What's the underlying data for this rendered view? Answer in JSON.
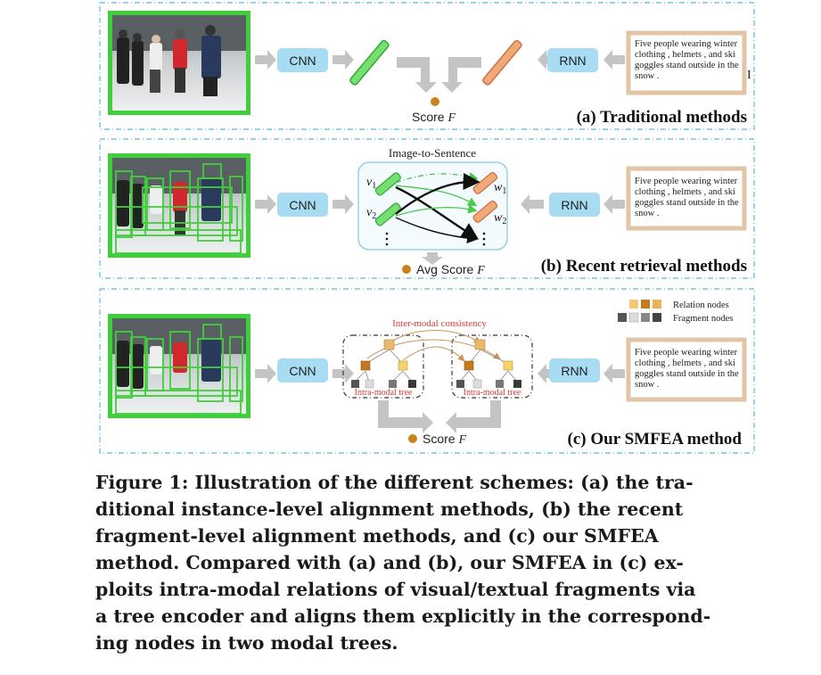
{
  "panels": {
    "a": {
      "title": "(a) Traditional methods",
      "image_encoder": "CNN",
      "text_encoder": "RNN",
      "sentence": [
        "Five people wearing winter",
        "clothing , helmets , and ski",
        "goggles stand outside in the",
        "snow ."
      ],
      "score_label": "Score",
      "score_var": "F"
    },
    "b": {
      "title": "(b) Recent retrieval methods",
      "image_encoder": "CNN",
      "text_encoder": "RNN",
      "box_title": "Image-to-Sentence",
      "v1": "v",
      "v1_sub": "1",
      "v2": "v",
      "v2_sub": "2",
      "w1": "w",
      "w1_sub": "1",
      "w2": "w",
      "w2_sub": "2",
      "sentence": [
        "Five people wearing winter",
        "clothing , helmets , and ski",
        "goggles stand outside in the",
        "snow ."
      ],
      "score_label": "Avg Score",
      "score_var": "F"
    },
    "c": {
      "title": "(c) Our SMFEA method",
      "image_encoder": "CNN",
      "text_encoder": "RNN",
      "inter_label": "Inter-modal consistency",
      "intra_label": "Intra-modal tree",
      "legend_relation": "Relation nodes",
      "legend_fragment": "Fragment nodes",
      "sentence": [
        "Five people wearing winter",
        "clothing , helmets , and ski",
        "goggles stand outside in the",
        "snow ."
      ],
      "score_label": "Score",
      "score_var": "F"
    }
  },
  "caption": [
    "Figure 1: Illustration of the different schemes: (a) the tra-",
    "ditional instance-level alignment methods, (b) the recent",
    "fragment-level alignment methods, and (c) our SMFEA",
    "method. Compared with (a) and (b), our SMFEA in (c) ex-",
    "ploits intra-modal relations of visual/textual fragments via",
    "a tree encoder and aligns them explicitly in the correspond-",
    "ing nodes in two modal trees."
  ],
  "colors": {
    "encoder_fill": "#a8dcf3",
    "arrow_gray": "#c4c4c4",
    "image_border": "#3fcf3a",
    "text_border": "#e2c4a6",
    "panel_border": "#5bb8d8",
    "score_dot": "#c8841a",
    "red_label": "#d93a3a"
  }
}
